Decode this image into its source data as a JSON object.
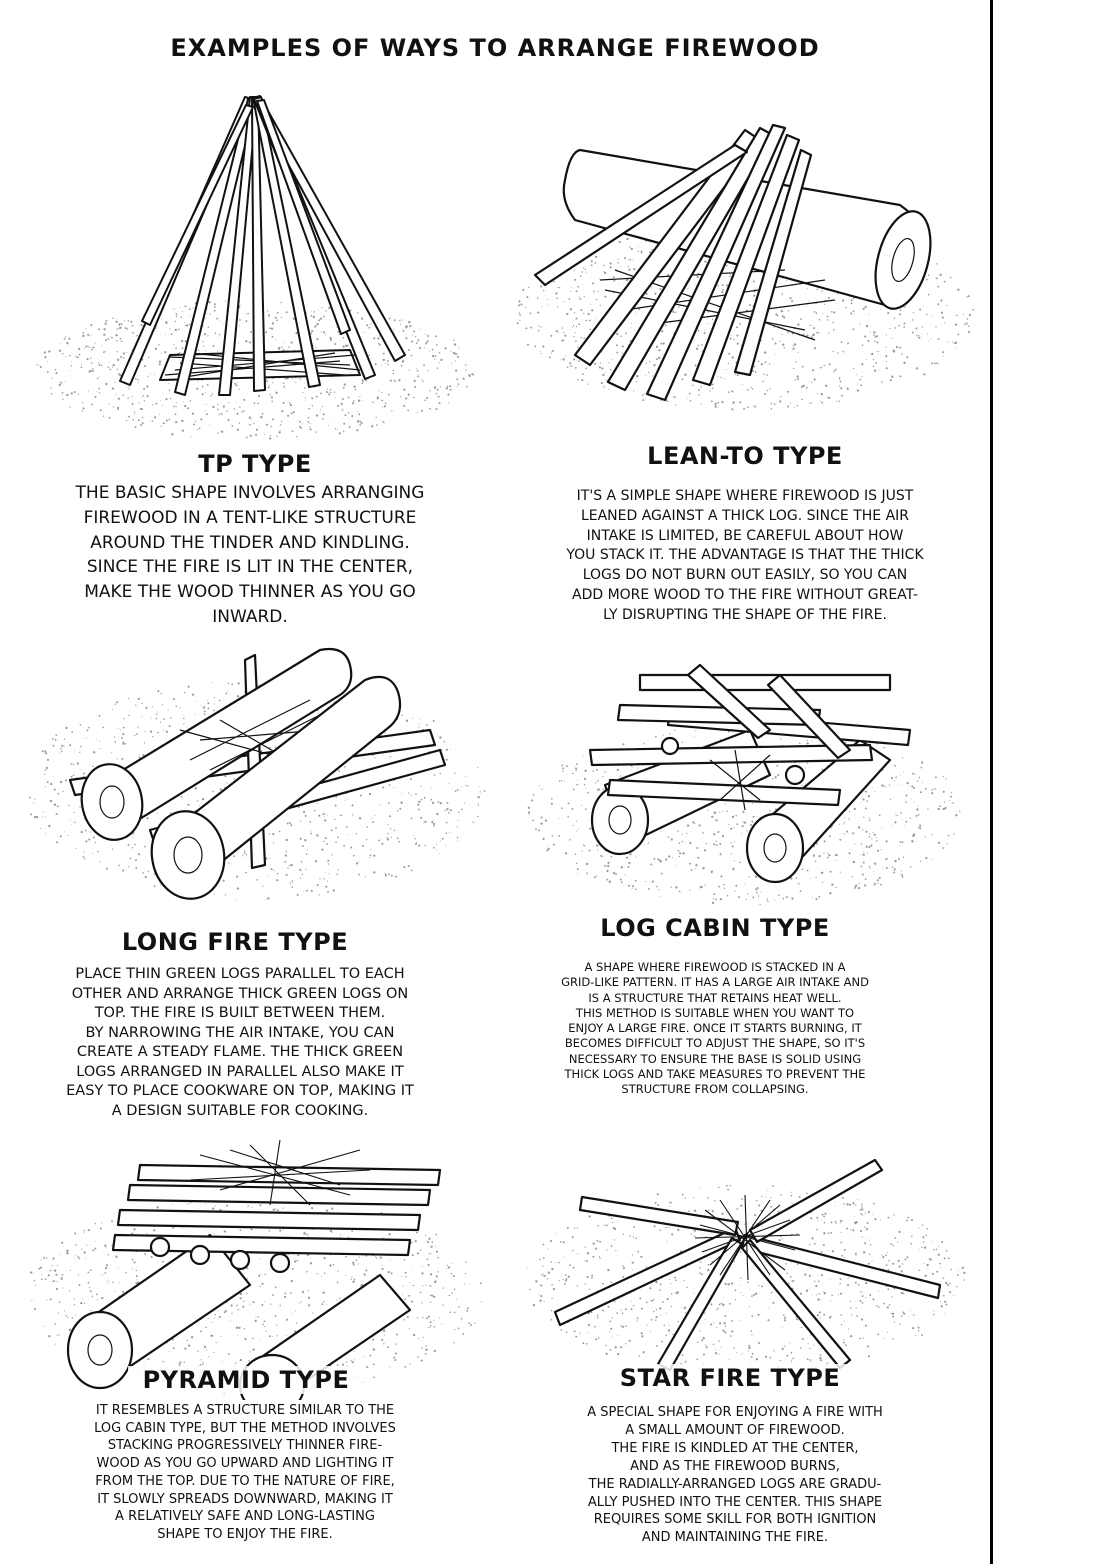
{
  "page": {
    "title": "EXAMPLES OF WAYS TO ARRANGE FIREWOOD"
  },
  "sections": {
    "tp": {
      "title": "TP TYPE",
      "lines": [
        "THE BASIC SHAPE INVOLVES ARRANGING",
        "FIREWOOD IN A TENT-LIKE STRUCTURE",
        "AROUND THE TINDER AND KINDLING.",
        "SINCE THE FIRE IS LIT IN THE CENTER,",
        "MAKE THE WOOD THINNER AS YOU GO",
        "INWARD."
      ]
    },
    "leanto": {
      "title": "LEAN-TO TYPE",
      "lines": [
        "IT'S A SIMPLE SHAPE WHERE FIREWOOD IS JUST",
        "LEANED AGAINST A THICK LOG. SINCE THE AIR",
        "INTAKE IS LIMITED, BE CAREFUL ABOUT HOW",
        "YOU STACK IT. THE ADVANTAGE IS THAT THE THICK",
        "LOGS DO NOT BURN OUT EASILY, SO YOU CAN",
        "ADD MORE WOOD TO THE FIRE WITHOUT GREAT-",
        "LY DISRUPTING THE SHAPE OF THE FIRE."
      ]
    },
    "longfire": {
      "title": "LONG FIRE TYPE",
      "lines": [
        "PLACE THIN GREEN LOGS PARALLEL TO EACH",
        "OTHER AND ARRANGE THICK GREEN LOGS ON",
        "TOP. THE FIRE IS BUILT BETWEEN THEM.",
        "BY NARROWING THE AIR INTAKE, YOU CAN",
        "CREATE A STEADY FLAME. THE THICK GREEN",
        "LOGS ARRANGED IN PARALLEL ALSO MAKE IT",
        "EASY TO PLACE COOKWARE ON TOP, MAKING IT",
        "A DESIGN SUITABLE FOR COOKING."
      ]
    },
    "logcabin": {
      "title": "LOG CABIN TYPE",
      "lines": [
        "A SHAPE WHERE FIREWOOD IS STACKED IN A",
        "GRID-LIKE PATTERN. IT HAS A LARGE AIR INTAKE AND",
        "IS A STRUCTURE THAT RETAINS HEAT WELL.",
        "THIS METHOD IS SUITABLE WHEN YOU WANT TO",
        "ENJOY A LARGE FIRE. ONCE IT STARTS BURNING, IT",
        "BECOMES DIFFICULT TO ADJUST THE SHAPE, SO IT'S",
        "NECESSARY TO ENSURE THE BASE IS SOLID USING",
        "THICK LOGS AND TAKE MEASURES TO PREVENT THE",
        "STRUCTURE FROM COLLAPSING."
      ]
    },
    "pyramid": {
      "title": "PYRAMID TYPE",
      "lines": [
        "IT RESEMBLES A STRUCTURE SIMILAR TO THE",
        "LOG CABIN TYPE, BUT THE METHOD INVOLVES",
        "STACKING PROGRESSIVELY THINNER FIRE-",
        "WOOD AS YOU GO UPWARD AND LIGHTING IT",
        "FROM THE TOP. DUE TO THE NATURE OF FIRE,",
        "IT SLOWLY SPREADS DOWNWARD, MAKING IT",
        "A RELATIVELY SAFE AND LONG-LASTING",
        "SHAPE TO ENJOY THE FIRE."
      ]
    },
    "starfire": {
      "title": "STAR FIRE TYPE",
      "lines": [
        "A SPECIAL SHAPE FOR ENJOYING A FIRE WITH",
        "A SMALL AMOUNT OF FIREWOOD.",
        "THE FIRE IS KINDLED AT THE CENTER,",
        "AND AS THE FIREWOOD BURNS,",
        "THE RADIALLY-ARRANGED LOGS ARE GRADU-",
        "ALLY PUSHED INTO THE CENTER. THIS SHAPE",
        "REQUIRES SOME SKILL FOR BOTH IGNITION",
        "AND MAINTAINING THE FIRE."
      ]
    }
  },
  "colors": {
    "ink": "#111111",
    "wood": "#ffffff",
    "ground": "#9a9a9a"
  }
}
